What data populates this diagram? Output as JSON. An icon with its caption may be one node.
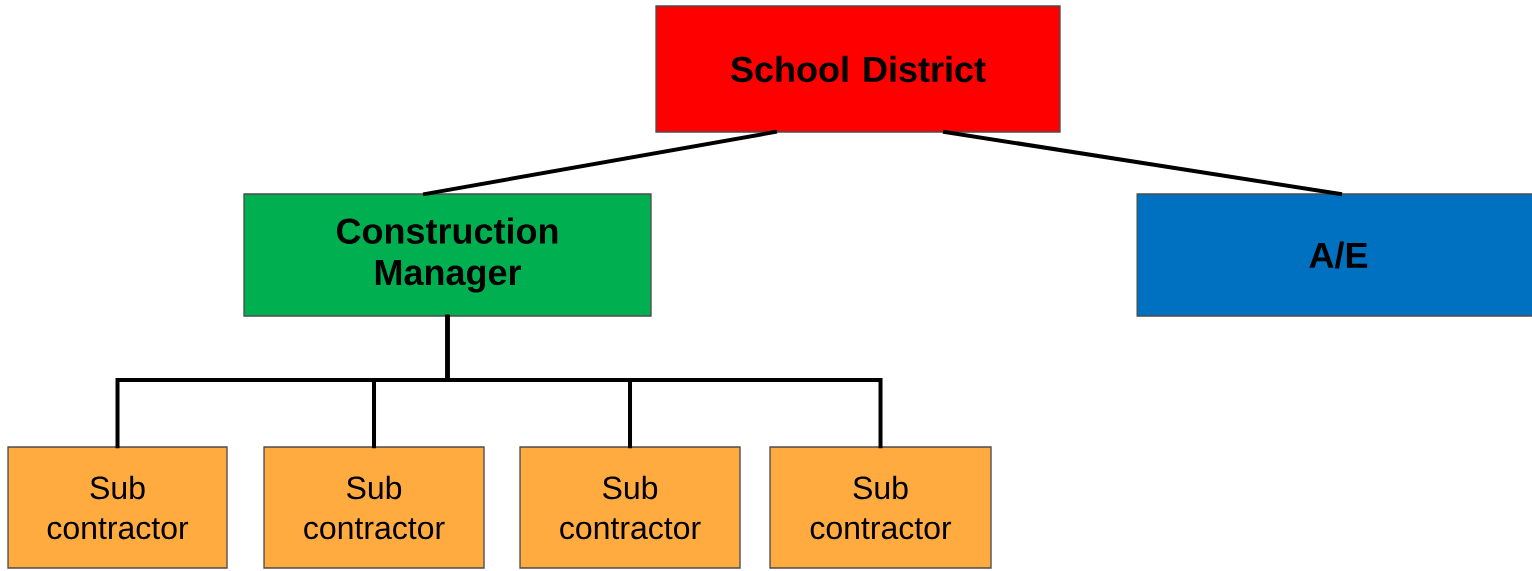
{
  "diagram": {
    "nodes": [
      {
        "text": [
          "School District"
        ]
      },
      {
        "text": [
          "Construction Manager"
        ]
      },
      {
        "text": [
          "A/E"
        ]
      },
      {
        "text": [
          "Sub contractor"
        ]
      },
      {
        "text": [
          "Sub contractor"
        ]
      },
      {
        "text": [
          "Sub contractor"
        ]
      },
      {
        "text": [
          "Sub contractor"
        ]
      }
    ],
    "edges": [
      {
        "from": 0,
        "to": 1,
        "arrow": "none"
      },
      {
        "from": 0,
        "to": 2,
        "arrow": "none"
      },
      {
        "from": 1,
        "to": 3,
        "arrow": "none"
      },
      {
        "from": 1,
        "to": 4,
        "arrow": "none"
      },
      {
        "from": 1,
        "to": 5,
        "arrow": "none"
      },
      {
        "from": 1,
        "to": 6,
        "arrow": "none"
      }
    ]
  }
}
